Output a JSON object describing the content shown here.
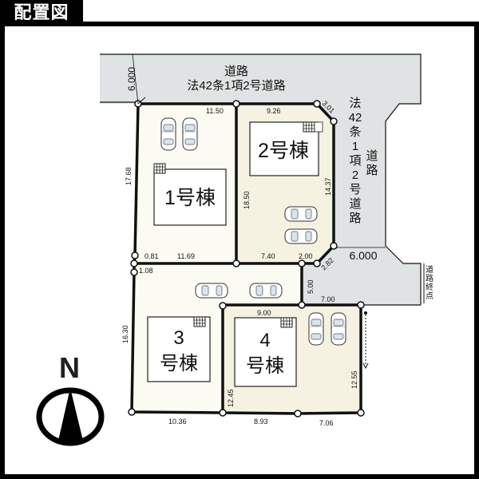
{
  "title": "配置図",
  "colors": {
    "road": "#dfe3e3",
    "lot_light": "#fbfaf3",
    "lot_dark": "#f6f2e2",
    "line": "#111111"
  },
  "roads": {
    "north_line1": "道路",
    "north_line2": "法42条1項2号道路",
    "north_width": "6.000",
    "east_vertical": [
      "法",
      "42",
      "条",
      "1",
      "項",
      "2",
      "号",
      "道",
      "路"
    ],
    "east_side": [
      "道",
      "路"
    ],
    "east_width": "6.000",
    "road_end": [
      "道",
      "路",
      "終",
      "点"
    ]
  },
  "buildings": {
    "b1": "1号棟",
    "b2": "2号棟",
    "b3_num": "3",
    "b3_suffix": "号棟",
    "b4_num": "4",
    "b4_suffix": "号棟"
  },
  "dimensions": {
    "d1": "11.50",
    "d2": "9.26",
    "d3": "3.01",
    "d4": "17.68",
    "d5": "18.50",
    "d6": "14.37",
    "d7": "0.81",
    "d8": "11.69",
    "d9": "7.40",
    "d10": "2.00",
    "d11": "2.82",
    "d12": "1.08",
    "d13": "5.00",
    "d14": "7.00",
    "d15": "9.00",
    "d16": "16.30",
    "d17": "12.45",
    "d18": "12.55",
    "d19": "10.36",
    "d20": "8.93",
    "d21": "7.06"
  },
  "compass": {
    "label": "N"
  }
}
